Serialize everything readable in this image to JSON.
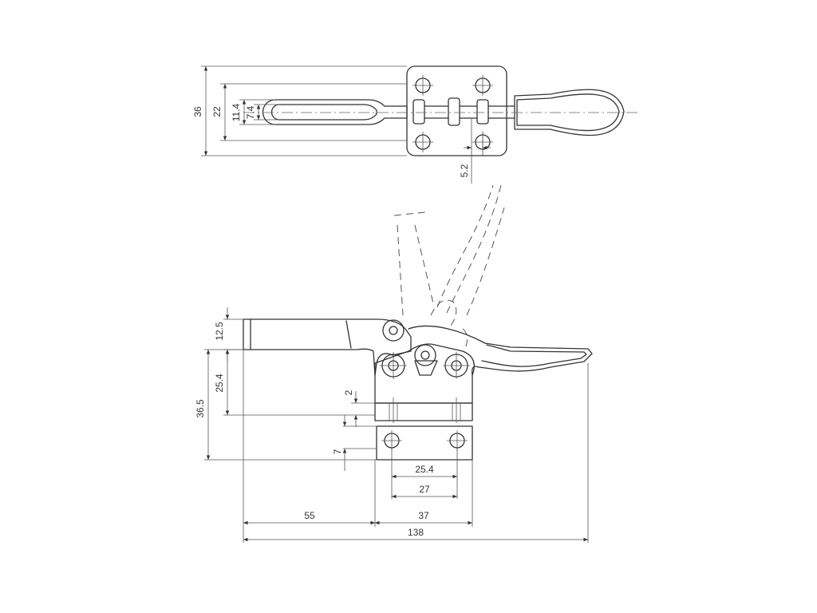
{
  "dimensions": {
    "top_view": {
      "overall_height": "36",
      "slot_outer": "22",
      "slot_inner": "11.4",
      "slot_width": "7.4",
      "pin_offset": "5.2"
    },
    "side_view": {
      "arm_height": "12.5",
      "pivot_height": "25.4",
      "total_height": "36.5",
      "base_thickness": "2",
      "hole_offset": "7",
      "hole_spacing": "25.4",
      "base_width": "27",
      "arm_length": "55",
      "base_length": "37",
      "overall_length": "138"
    }
  }
}
